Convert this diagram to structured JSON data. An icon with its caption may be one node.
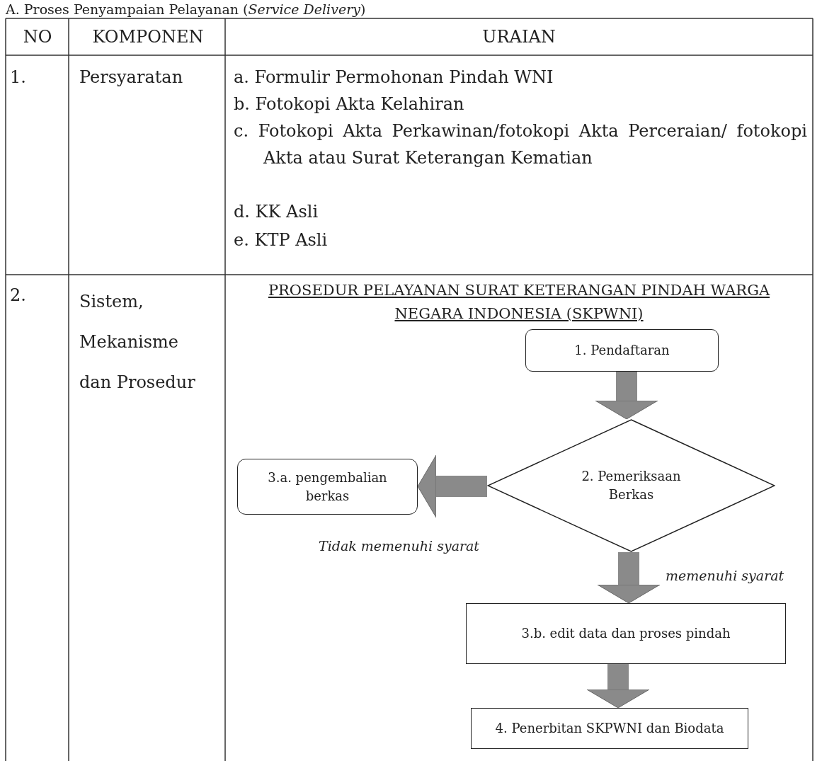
{
  "diagram": {
    "title": "A. Proses Penyampaian Pelayanan (*Service Delivery*)",
    "nodes": [
      {
        "text": [
          "1. Pendaftaran"
        ]
      },
      {
        "text": [
          "2. Pemeriksaan Berkas"
        ]
      },
      {
        "text": [
          "3.a. pengembalian berkas"
        ]
      },
      {
        "text": [
          "3.b. edit data dan proses pindah"
        ]
      },
      {
        "text": [
          "4. Penerbitan SKPWNI dan Biodata"
        ]
      }
    ],
    "edges": [
      {
        "from": 0,
        "to": 1,
        "arrow": "to"
      },
      {
        "from": 1,
        "to": 2,
        "arrow": "to",
        "label": "Tidak memenuhi syarat"
      },
      {
        "from": 1,
        "to": 3,
        "arrow": "to",
        "label": "memenuhi syarat"
      },
      {
        "from": 3,
        "to": 4,
        "arrow": "to"
      }
    ],
    "labels": [
      "NO",
      "KOMPONEN",
      "URAIAN",
      "1.",
      "Persyaratan",
      "a. Formulir Permohonan Pindah WNI",
      "b. Fotokopi Akta Kelahiran",
      "c. Fotokopi Akta Perkawinan/fotokopi Akta Perceraian/ fotokopi Akta atau Surat Keterangan Kematian",
      "d. KK Asli",
      "e. KTP Asli",
      "2.",
      "Sistem, Mekanisme dan Prosedur",
      "PROSEDUR PELAYANAN SURAT KETERANGAN PINDAH WARGA NEGARA INDONESIA (SKPWNI)"
    ]
  }
}
